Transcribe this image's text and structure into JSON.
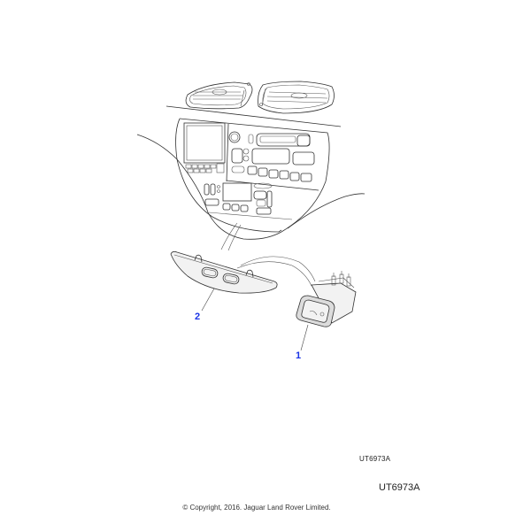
{
  "diagram": {
    "type": "parts-exploded-view",
    "subject": "Dashboard center console with switch and bezel",
    "callouts": [
      {
        "id": "1",
        "label": "1",
        "part": "switch"
      },
      {
        "id": "2",
        "label": "2",
        "part": "bezel"
      }
    ],
    "callout_color": "#1a33e6",
    "illustration_ref_small": "UT6973A",
    "illustration_ref_large": "UT6973A",
    "copyright": "© Copyright, 2016. Jaguar Land Rover Limited."
  }
}
